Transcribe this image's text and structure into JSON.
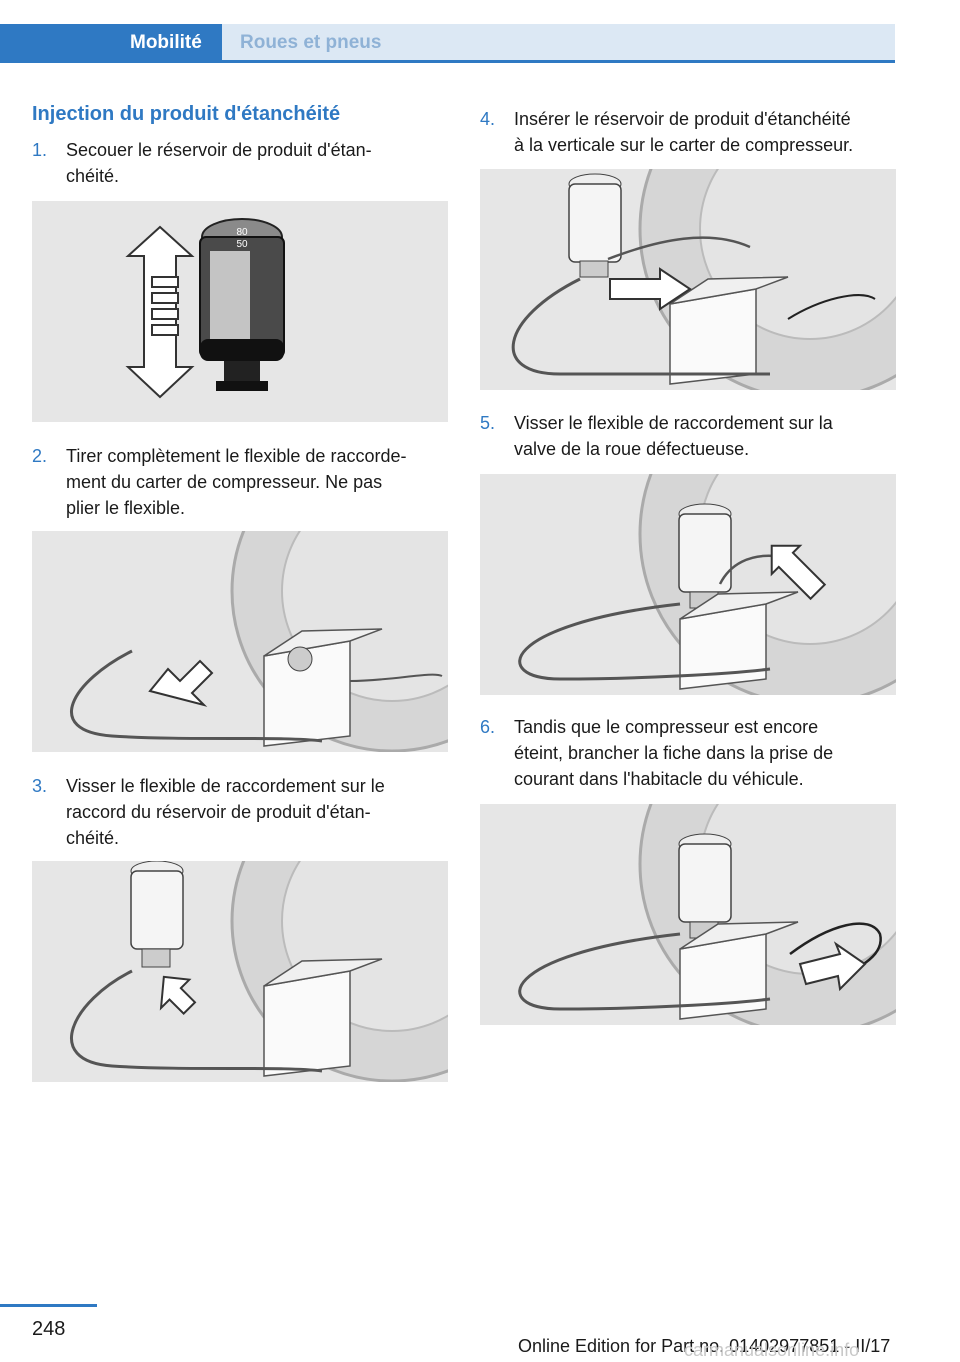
{
  "header": {
    "tab_active": "Mobilité",
    "tab_inactive": "Roues et pneus"
  },
  "section_title": "Injection du produit d'étanchéité",
  "steps": [
    {
      "num": "1.",
      "text": "Secouer le réservoir de produit d'étan-\nchéité."
    },
    {
      "num": "2.",
      "text": "Tirer complètement le flexible de raccorde-\nment du carter de compresseur. Ne pas\nplier le flexible."
    },
    {
      "num": "3.",
      "text": "Visser le flexible de raccordement sur le\nraccord du réservoir de produit d'étan-\nchéité."
    },
    {
      "num": "4.",
      "text": "Insérer le réservoir de produit d'étanchéité\nà la verticale sur le carter de compresseur."
    },
    {
      "num": "5.",
      "text": "Visser le flexible de raccordement sur la\nvalve de la roue défectueuse."
    },
    {
      "num": "6.",
      "text": "Tandis que le compresseur est encore\néteint, brancher la fiche dans la prise de\ncourant dans l'habitacle du véhicule."
    }
  ],
  "figures": {
    "bottle_label_top": "80",
    "bottle_label_bottom": "50"
  },
  "footer": {
    "page_number": "248",
    "edition": "Online Edition for Part no. 01402977851 - II/17",
    "watermark": "carmanualsonline.info"
  }
}
